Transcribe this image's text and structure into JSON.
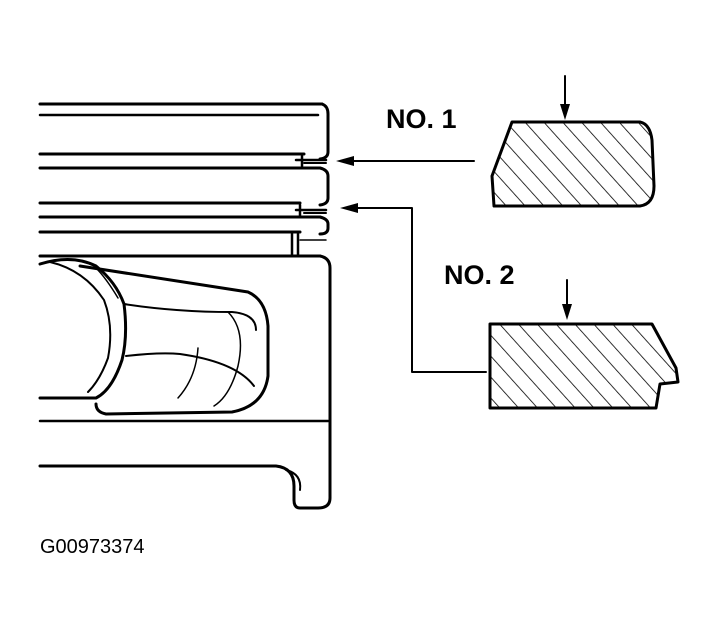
{
  "labels": {
    "ring1": "NO. 1",
    "ring2": "NO. 2",
    "figure_code": "G00973374"
  },
  "colors": {
    "ink": "#000000",
    "background": "#ffffff"
  }
}
